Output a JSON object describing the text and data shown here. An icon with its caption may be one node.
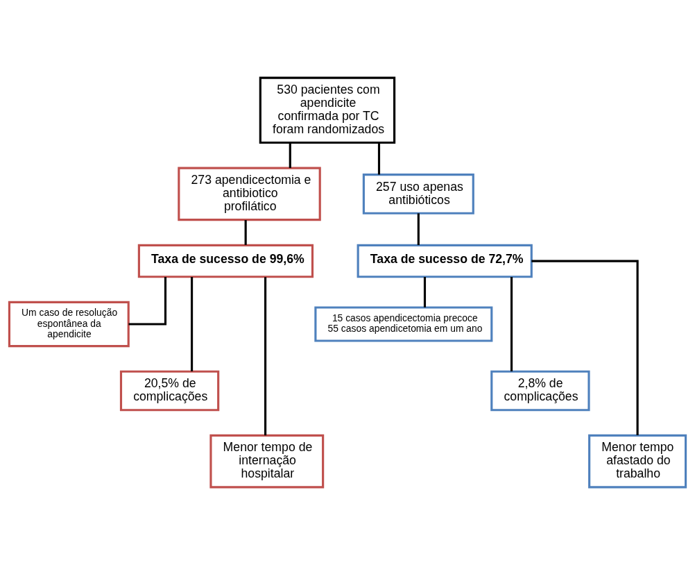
{
  "diagram": {
    "nodes": [
      {
        "text": [
          "530 pacientes com apendicite confirmada por TC foram randomizados"
        ]
      },
      {
        "text": [
          "273 apendicectomia e antibiotico profilático"
        ]
      },
      {
        "text": [
          "257 uso apenas antibióticos"
        ]
      },
      {
        "text": [
          "Taxa de sucesso de 99,6%"
        ]
      },
      {
        "text": [
          "Taxa de sucesso de 72,7%"
        ]
      },
      {
        "text": [
          "Um caso de resolução espontânea da apendicite"
        ]
      },
      {
        "text": [
          "15 casos apendicectomia precoce",
          "55 casos apendicetomia em um ano"
        ]
      },
      {
        "text": [
          "20,5% de complicações"
        ]
      },
      {
        "text": [
          "Menor tempo de internação hospitalar"
        ]
      },
      {
        "text": [
          "2,8% de complicações"
        ]
      },
      {
        "text": [
          "Menor tempo afastado do trabalho"
        ]
      }
    ],
    "edges": [
      {
        "from": 0,
        "to": 1,
        "arrow": "none"
      },
      {
        "from": 0,
        "to": 2,
        "arrow": "none"
      },
      {
        "from": 1,
        "to": 3,
        "arrow": "none"
      },
      {
        "from": 2,
        "to": 4,
        "arrow": "none"
      },
      {
        "from": 3,
        "to": 5,
        "arrow": "none"
      },
      {
        "from": 3,
        "to": 7,
        "arrow": "none"
      },
      {
        "from": 3,
        "to": 8,
        "arrow": "none"
      },
      {
        "from": 4,
        "to": 6,
        "arrow": "none"
      },
      {
        "from": 4,
        "to": 9,
        "arrow": "none"
      },
      {
        "from": 4,
        "to": 10,
        "arrow": "none"
      }
    ]
  }
}
